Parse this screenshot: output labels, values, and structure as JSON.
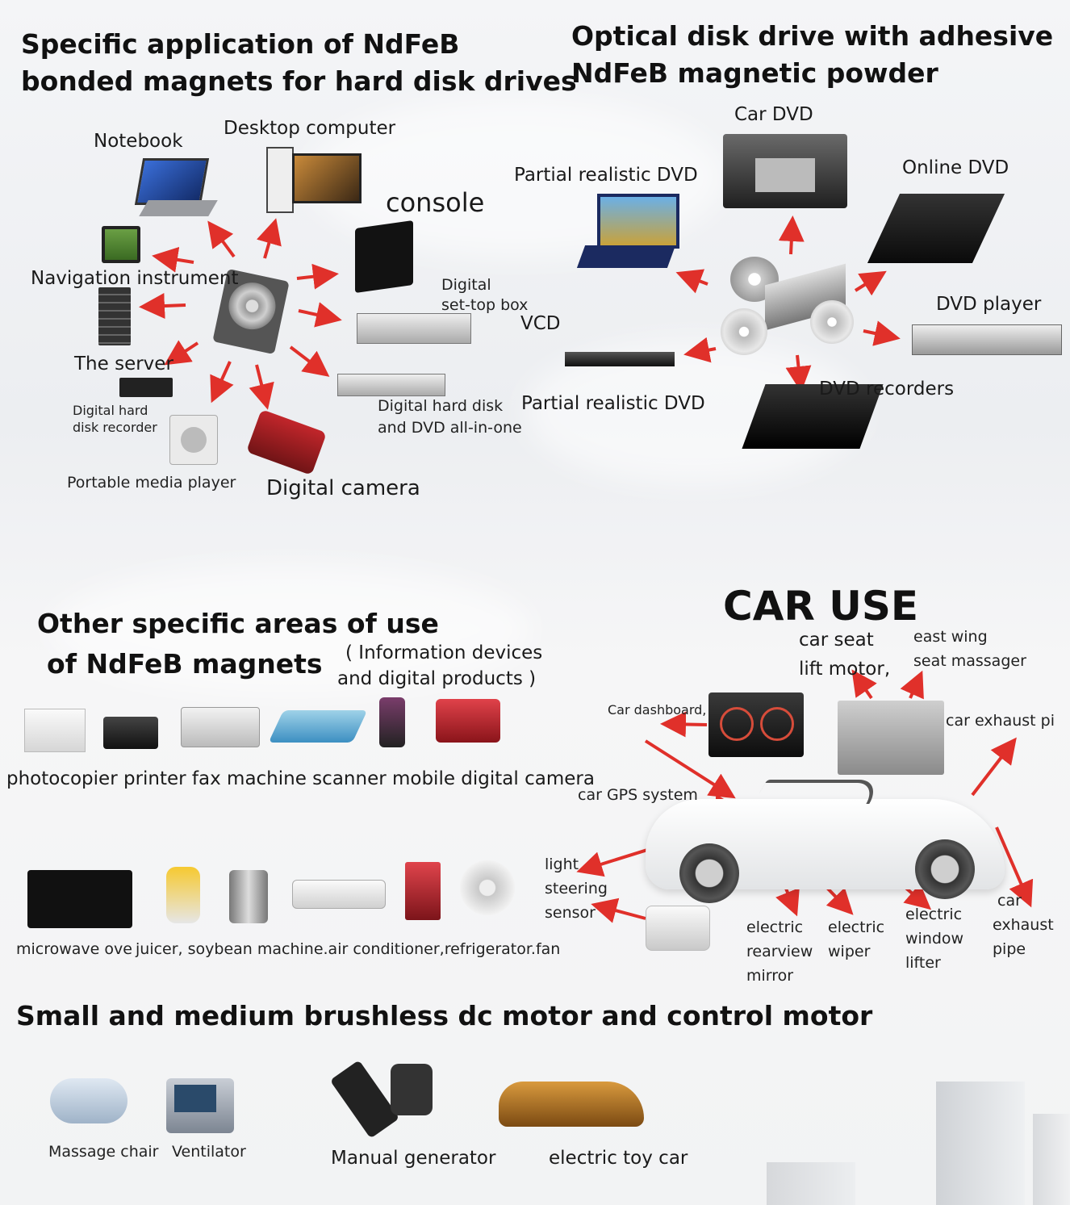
{
  "titles": {
    "hdd_line1": "Specific application of NdFeB",
    "hdd_line2": "bonded magnets for hard disk drives",
    "odd_line1": "Optical disk drive with adhesive",
    "odd_line2": "NdFeB magnetic powder",
    "other_line1": "Other specific areas of use",
    "other_line2": "of NdFeB magnets",
    "other_note_line1": "( Information devices",
    "other_note_line2": "and digital products )",
    "car_use": "CAR USE",
    "motor": "Small and medium brushless dc motor and control motor"
  },
  "hdd": {
    "notebook": "Notebook",
    "desktop": "Desktop computer",
    "console": "console",
    "navigation": "Navigation instrument",
    "set_top_line1": "Digital",
    "set_top_line2": "set-top box",
    "server": "The server",
    "dhdr_line1": "Digital hard",
    "dhdr_line2": "disk recorder",
    "dhd_dvd_line1": "Digital hard disk",
    "dhd_dvd_line2": "and DVD all-in-one",
    "media_player": "Portable media player",
    "camera": "Digital camera"
  },
  "odd": {
    "car_dvd": "Car DVD",
    "partial_top": "Partial realistic DVD",
    "online_dvd": "Online DVD",
    "vcd": "VCD",
    "dvd_player": "DVD player",
    "partial_bottom": "Partial realistic DVD",
    "dvd_recorders": "DVD recorders"
  },
  "other": {
    "row1": "photocopier printer fax machine scanner mobile digital camera",
    "row2_a": "microwave ove",
    "row2_b": "juicer, soybean machine.air conditioner,refrigerator.fan"
  },
  "car": {
    "seat_line1": "car seat",
    "seat_line2": "lift motor,",
    "wing_line1": "east wing",
    "wing_line2": "seat massager",
    "dashboard": "Car dashboard,",
    "exhaust_top": "car exhaust pi",
    "gps": "car GPS system",
    "light_line1": "light",
    "light_line2": "steering",
    "light_line3": "sensor",
    "mirror_line1": "electric",
    "mirror_line2": "rearview",
    "mirror_line3": "mirror",
    "wiper_line1": "electric",
    "wiper_line2": "wiper",
    "window_line1": "electric",
    "window_line2": "window",
    "window_line3": "lifter",
    "pipe_line1": "car",
    "pipe_line2": "exhaust",
    "pipe_line3": "pipe"
  },
  "motor": {
    "massage": "Massage chair",
    "ventilator": "Ventilator",
    "generator": "Manual generator",
    "toy_car": "electric toy car"
  },
  "colors": {
    "arrow": "#e0302a",
    "text": "#1a1a1a"
  }
}
